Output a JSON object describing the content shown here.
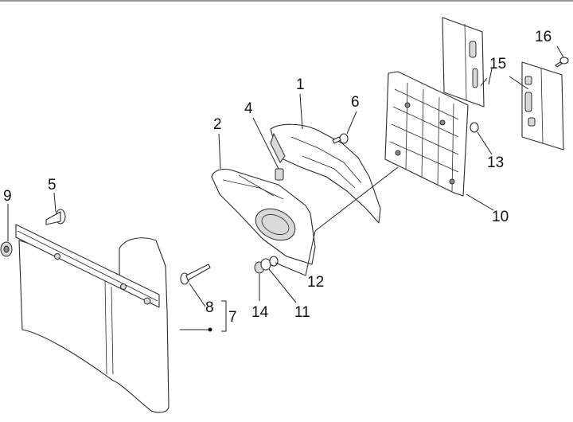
{
  "callouts": {
    "c1": "1",
    "c2": "2",
    "c4": "4",
    "c5": "5",
    "c6": "6",
    "c7": "7",
    "c8": "8",
    "c9": "9",
    "c10": "10",
    "c11": "11",
    "c12": "12",
    "c13": "13",
    "c14": "14",
    "c15": "15",
    "c16": "16"
  }
}
